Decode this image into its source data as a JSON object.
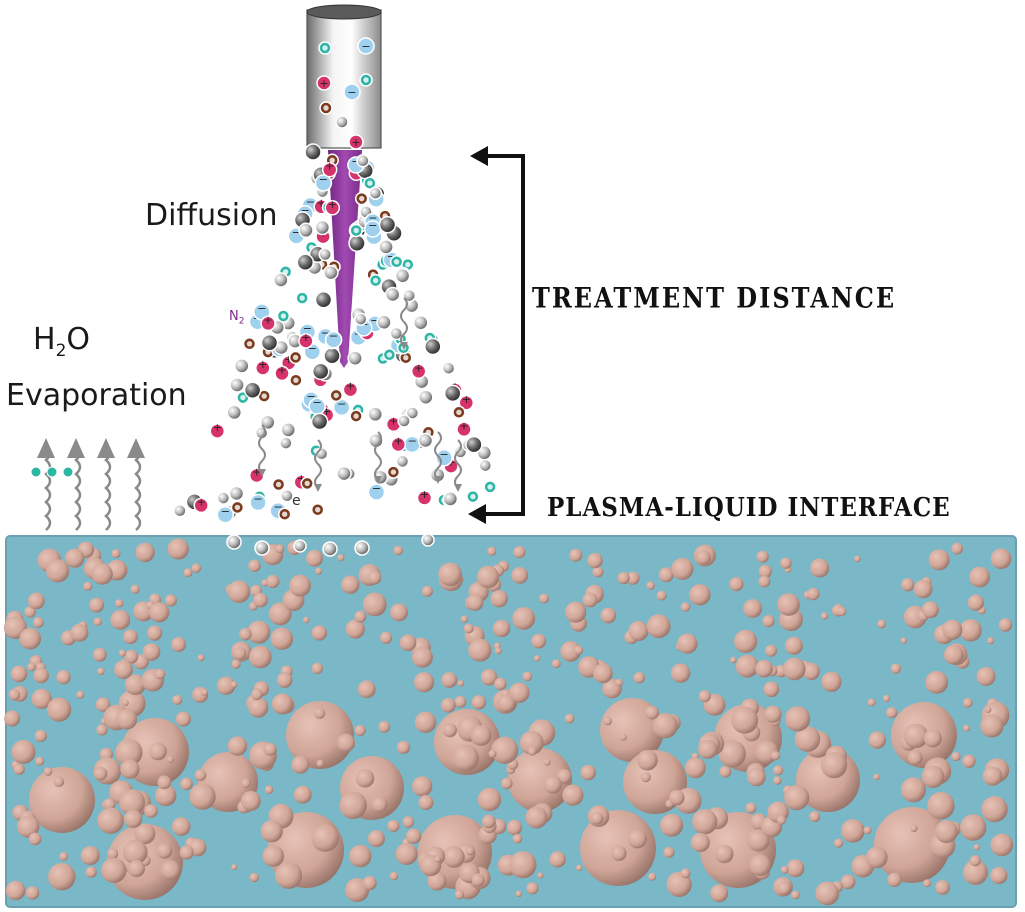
{
  "labels": {
    "diffusion": "Diffusion",
    "h2o_main": "H",
    "h2o_sub": "2",
    "h2o_tail": "O",
    "evaporation": "Evaporation",
    "n2_main": "N",
    "n2_sub": "2",
    "electron": "e",
    "treatment_distance": "TREATMENT DISTANCE",
    "interface": "PLASMA-LIQUID INTERFACE"
  },
  "colors": {
    "liquid": "#7ab8c8",
    "liquid_border": "#6aa0b0",
    "bubble": "#d8b0a4",
    "plasma_jet": "#8e3a9e",
    "ion_positive": "#d6336c",
    "ion_negative": "#9fd0ee",
    "radical_teal": "#2fb5a6",
    "radical_brown": "#7a3b1e",
    "neutral_gray": "#9a9a9a",
    "arrow": "#111111"
  },
  "icons": [
    "nozzle-icon",
    "plasma-jet-icon",
    "double-arrow-icon",
    "evaporation-wave-icon",
    "particle-icon",
    "bubble-icon"
  ]
}
